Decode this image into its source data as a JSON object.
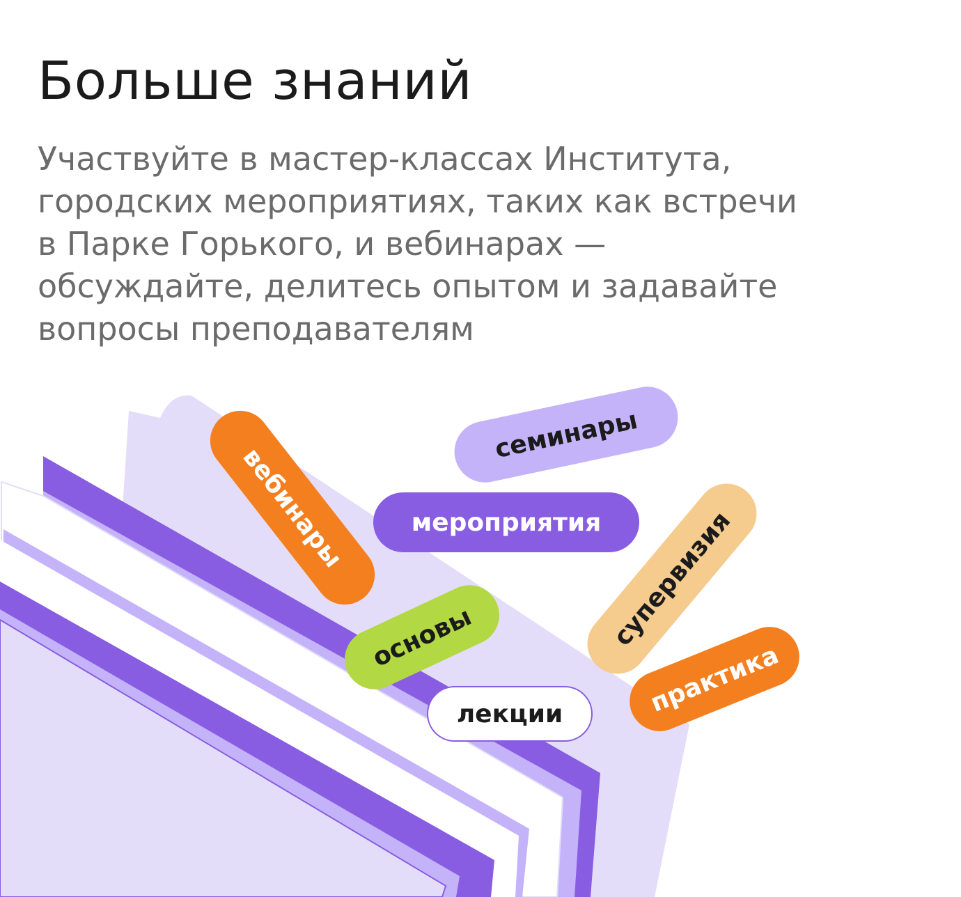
{
  "header": {
    "title": "Больше знаний",
    "description_lines": [
      "Участвуйте в мастер-классах Института,",
      "городских мероприятиях, таких как встречи",
      "в Парке Горького, и вебинарах —",
      "обсуждайте, делитесь опытом и задавайте",
      "вопросы преподавателям"
    ]
  },
  "tags": [
    {
      "label": "вебинары",
      "bg": "#f47f1f",
      "fg": "#ffffff"
    },
    {
      "label": "семинары",
      "bg": "#c5b3fa",
      "fg": "#1b1b1b"
    },
    {
      "label": "мероприятия",
      "bg": "#885de2",
      "fg": "#ffffff"
    },
    {
      "label": "супервизия",
      "bg": "#f5cb8e",
      "fg": "#1b1b1b"
    },
    {
      "label": "основы",
      "bg": "#b2d843",
      "fg": "#1b1b1b"
    },
    {
      "label": "практика",
      "bg": "#f47f1f",
      "fg": "#ffffff"
    },
    {
      "label": "лекции",
      "bg": "#ffffff",
      "fg": "#1b1b1b"
    }
  ],
  "colors": {
    "folder_light": "#e4ddfa",
    "purple_dark": "#885de2",
    "purple_mid": "#c5b3fa",
    "paper": "#ffffff"
  }
}
